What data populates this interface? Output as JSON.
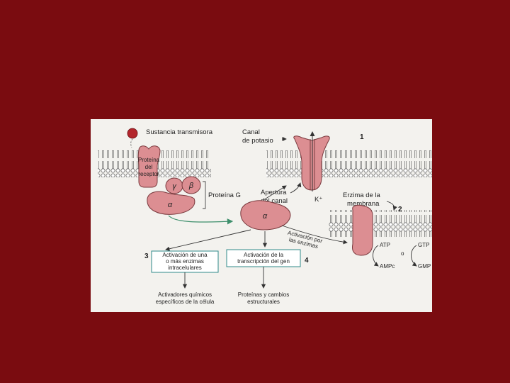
{
  "colors": {
    "slide_background": "#7a0c10",
    "figure_background": "#f3f2ee",
    "protein_fill": "#dc8e92",
    "protein_stroke": "#7a3a3e",
    "transmitter_fill": "#b3262c",
    "activation_box_stroke": "#2f8a8a",
    "arrow_green": "#3e8f6c"
  },
  "labels": {
    "transmitter": "Sustancia transmisora",
    "receptor_protein": [
      "Proteína",
      "del",
      "receptor"
    ],
    "gamma": "γ",
    "beta": "β",
    "alpha_g": "α",
    "g_protein": "Proteína G",
    "potassium_channel": [
      "Canal",
      "de potasio"
    ],
    "step1": "1",
    "channel_opening": [
      "Apertura",
      "del canal"
    ],
    "potassium_ion": "K⁺",
    "alpha_free": "α",
    "membrane_enzyme": [
      "Erzima de la",
      "membrana"
    ],
    "step2": "2",
    "enzyme_activation": [
      "Activación por",
      "las enzimas"
    ],
    "atp": "ATP",
    "ampc": "AMPc",
    "or_sign": "o",
    "gtp": "GTP",
    "gmp": "GMP",
    "step3": "3",
    "activate_enzymes": [
      "Activación de una",
      "o más enzimas",
      "intracelulares"
    ],
    "gene_transcription": [
      "Activación de la",
      "transcripción del gen"
    ],
    "step4": "4",
    "chemical_activators": [
      "Activadores químicos",
      "específicos de la célula"
    ],
    "proteins_changes": [
      "Proteínas y cambios",
      "estructurales"
    ]
  }
}
